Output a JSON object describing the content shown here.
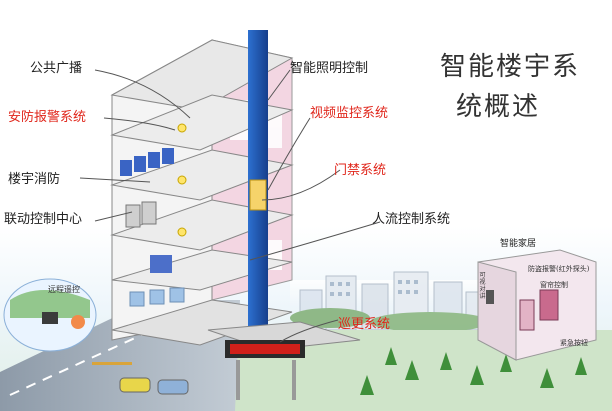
{
  "title": {
    "line1": "智能楼宇系",
    "line2": "统概述"
  },
  "labels": {
    "public_broadcast": "公共广播",
    "security_alarm": "安防报警系统",
    "fire_protection": "楼宇消防",
    "control_center": "联动控制中心",
    "lighting_control": "智能照明控制",
    "video_surveillance": "视频监控系统",
    "access_control": "门禁系统",
    "people_flow": "人流控制系统",
    "patrol": "巡更系统"
  },
  "remote": {
    "label": "远程遥控"
  },
  "smart_home": {
    "title": "智能家居",
    "alarm": "防盗报警(红外探头)",
    "video_intercom": "可视对讲",
    "curtain": "窗帘控制",
    "emergency": "紧急按钮"
  },
  "colors": {
    "red_label": "#e0261b",
    "dark_label": "#222222",
    "elevator": "#1f5fbf",
    "pink_wall": "#f2c6d8",
    "sky": "#cfe6f3",
    "led_display": "#d0201a"
  }
}
